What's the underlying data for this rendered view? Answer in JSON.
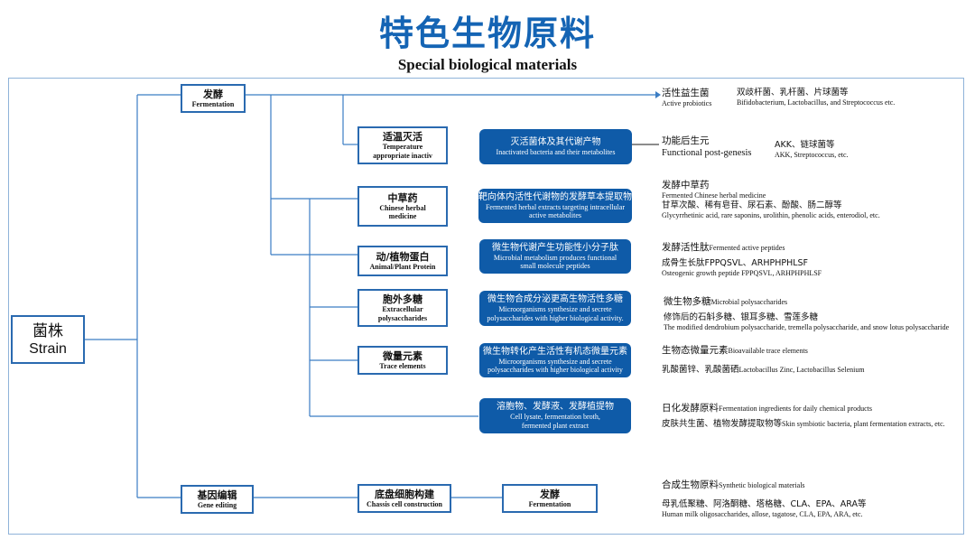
{
  "header": {
    "title_cn": "特色生物原料",
    "title_en": "Special biological materials"
  },
  "colors": {
    "accent": "#1464b4",
    "box_border": "#2a6ab0",
    "box_fill": "#0f5ba8",
    "line": "#3b7dc4"
  },
  "root": {
    "cn": "菌株",
    "en": "Strain"
  },
  "fermentation": {
    "cn": "发酵",
    "en": "Fermentation"
  },
  "gene_editing": {
    "cn": "基因编辑",
    "en": "Gene editing"
  },
  "chassis": {
    "cn": "底盘细胞构建",
    "en": "Chassis cell construction"
  },
  "gene_ferment": {
    "cn": "发酵",
    "en": "Fermentation"
  },
  "branches": {
    "temp": {
      "cn": "适温灭活",
      "en1": "Temperature",
      "en2": "appropriate inactiv"
    },
    "herb": {
      "cn": "中草药",
      "en1": "Chinese herbal",
      "en2": "medicine"
    },
    "protein": {
      "cn": "动/植物蛋白",
      "en": "Animal/Plant Protein"
    },
    "poly": {
      "cn": "胞外多糖",
      "en1": "Extracellular",
      "en2": "polysaccharides"
    },
    "trace": {
      "cn": "微量元素",
      "en": "Trace elements"
    }
  },
  "processes": {
    "inact": {
      "cn": "灭活菌体及其代谢产物",
      "en": "Inactivated bacteria and their metabolites"
    },
    "herb": {
      "cn": "靶向体内活性代谢物的发酵草本提取物",
      "en1": "Fermented herbal extracts targeting intracellular",
      "en2": "active metabolites"
    },
    "peptide": {
      "cn": "微生物代谢产生功能性小分子肽",
      "en1": "Microbial metabolism produces functional",
      "en2": "small molecule peptides"
    },
    "poly": {
      "cn": "微生物合成分泌更高生物活性多糖",
      "en1": "Microorganisms synthesize and secrete",
      "en2": "polysaccharides with higher biological activity."
    },
    "trace": {
      "cn": "微生物转化产生活性有机态微量元素",
      "en1": "Microorganisms synthesize and secrete",
      "en2": "polysaccharides with higher biological activity"
    },
    "lysate": {
      "cn": "溶胞物、发酵液、发酵植提物",
      "en1": "Cell lysate, fermentation broth,",
      "en2": "fermented plant extract"
    }
  },
  "outputs": {
    "probiotics": {
      "t_cn": "活性益生菌",
      "t_en": "Active probiotics",
      "d_cn": "双歧杆菌、乳杆菌、片球菌等",
      "d_en": "Bifidobacterium, Lactobacillus, and Streptococcus etc."
    },
    "postbiotic": {
      "t_cn": "功能后生元",
      "t_en": "Functional post-genesis",
      "d_cn": "AKK、链球菌等",
      "d_en": "AKK, Streptococcus, etc."
    },
    "herb": {
      "t_cn": "发酵中草药",
      "t_en": "Fermented Chinese herbal medicine",
      "d_cn": "甘草次酸、稀有皂苷、尿石素、酚酸、肠二醇等",
      "d_en": "Glycyrrhetinic acid, rare saponins, urolithin, phenolic acids, enterodiol, etc."
    },
    "peptide": {
      "t_cn": "发酵活性肽",
      "t_en": "Fermented active peptides",
      "d_cn": "成骨生长肽FPPQSVL、ARHPHPHLSF",
      "d_en": "Osteogenic growth peptide FPPQSVL, ARHPHPHLSF"
    },
    "poly": {
      "t_cn": "微生物多糖",
      "t_en": "Microbial polysaccharides",
      "d_cn": "修饰后的石斛多糖、银耳多糖、雪莲多糖",
      "d_en": "The modified dendrobium polysaccharide, tremella polysaccharide, and snow lotus polysaccharide"
    },
    "trace": {
      "t_cn": "生物态微量元素",
      "t_en": "Bioavailable trace elements",
      "d_cn": "乳酸菌锌、乳酸菌硒",
      "d_en": "Lactobacillus Zinc, Lactobacillus Selenium"
    },
    "daily": {
      "t_cn": "日化发酵原料",
      "t_en": "Fermentation ingredients for daily chemical products",
      "d_cn": "皮肤共生菌、植物发酵提取物等",
      "d_en": "Skin symbiotic bacteria, plant fermentation extracts, etc."
    },
    "synth": {
      "t_cn": "合成生物原料",
      "t_en": "Synthetic biological materials",
      "d_cn": "母乳低聚糖、阿洛酮糖、塔格糖、CLA、EPA、ARA等",
      "d_en": "Human milk oligosaccharides, allose, tagatose, CLA, EPA, ARA, etc."
    }
  }
}
